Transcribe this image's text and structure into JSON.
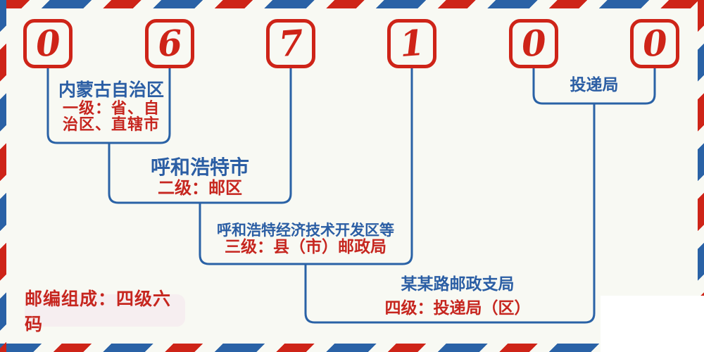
{
  "postal_code": {
    "digits": [
      "0",
      "6",
      "7",
      "1",
      "0",
      "0"
    ]
  },
  "groups": [
    {
      "title": "内蒙古自治区",
      "subtitle1": "一级：省、自",
      "subtitle2": "治区、直辖市"
    },
    {
      "title": "呼和浩特市",
      "subtitle1": "二级：邮区"
    },
    {
      "title": "呼和浩特经济技术开发区等",
      "subtitle1": "三级：县（市）邮政局"
    },
    {
      "title": "某某路邮政支局",
      "subtitle1": "四级：投递局（区）"
    },
    {
      "title": "投递局"
    }
  ],
  "footer_badge": {
    "label": "邮编组成：四级六码"
  },
  "colors": {
    "red": "#ce2418",
    "red_text": "#c6261f",
    "blue_line": "#2a62a6",
    "blue_text": "#2b5ea4",
    "background": "#f8f9f3",
    "badge_background": "#f6eef0"
  }
}
